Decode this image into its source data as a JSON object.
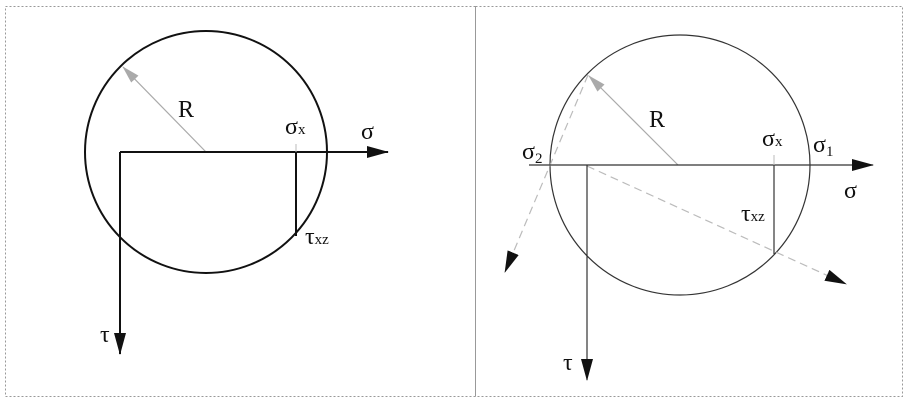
{
  "left_diagram": {
    "radius_label": "R",
    "sigma_x_label": "σ",
    "sigma_x_sub": "x",
    "sigma_axis_label": "σ",
    "tau_xz_label": "τ",
    "tau_xz_sub": "xz",
    "tau_axis_label": "τ"
  },
  "right_diagram": {
    "radius_label": "R",
    "sigma_2_label": "σ",
    "sigma_2_sub": "2",
    "sigma_x_label": "σ",
    "sigma_x_sub": "x",
    "sigma_1_label": "σ",
    "sigma_1_sub": "1",
    "sigma_axis_label": "σ",
    "tau_xz_label": "τ",
    "tau_xz_sub": "xz",
    "tau_axis_label": "τ"
  },
  "colors": {
    "line": "#111111",
    "radius": "#aaaaaa",
    "dashed": "#bbbbbb",
    "border": "#999999"
  }
}
